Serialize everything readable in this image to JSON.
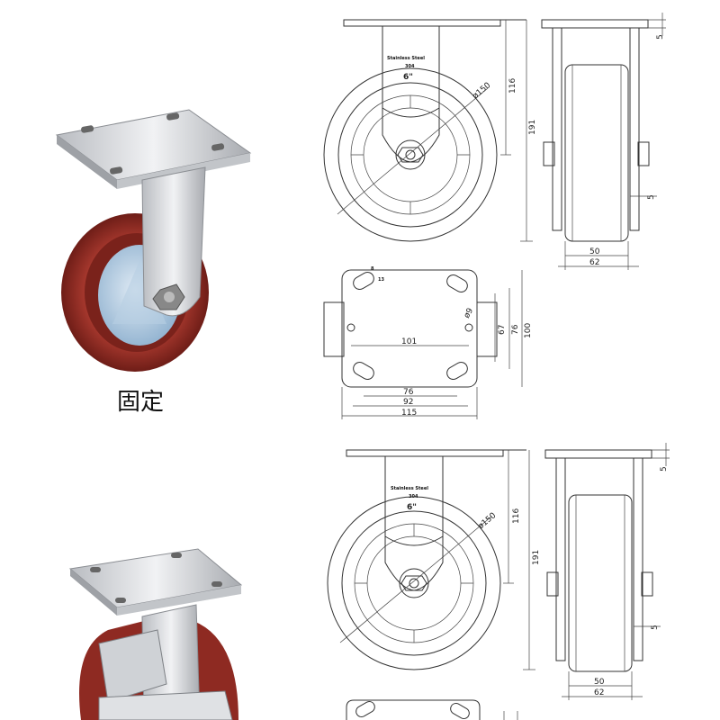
{
  "caption_fixed": "固定",
  "plate_text": {
    "line1": "Stainless Steel",
    "line2": "304",
    "line3": "6\""
  },
  "dims_side": {
    "wheel_dia": "ø150",
    "height_axle": "116",
    "height_total": "191"
  },
  "dims_front": {
    "plate_thick": "5",
    "bracket_thick": "5",
    "wheel_width": "50",
    "bracket_width": "62"
  },
  "dims_plate": {
    "hole_spacing_y": "101",
    "height_67": "67",
    "height_76": "76",
    "height_100": "100",
    "hole_dia": "ø9",
    "slot_w": "8",
    "slot_l": "13",
    "width_76": "76",
    "width_92": "92",
    "width_115": "115"
  },
  "colors": {
    "wheel_tread": "#8e2a22",
    "wheel_hub": "#a9c6de",
    "metal": "#d7d9dc"
  }
}
